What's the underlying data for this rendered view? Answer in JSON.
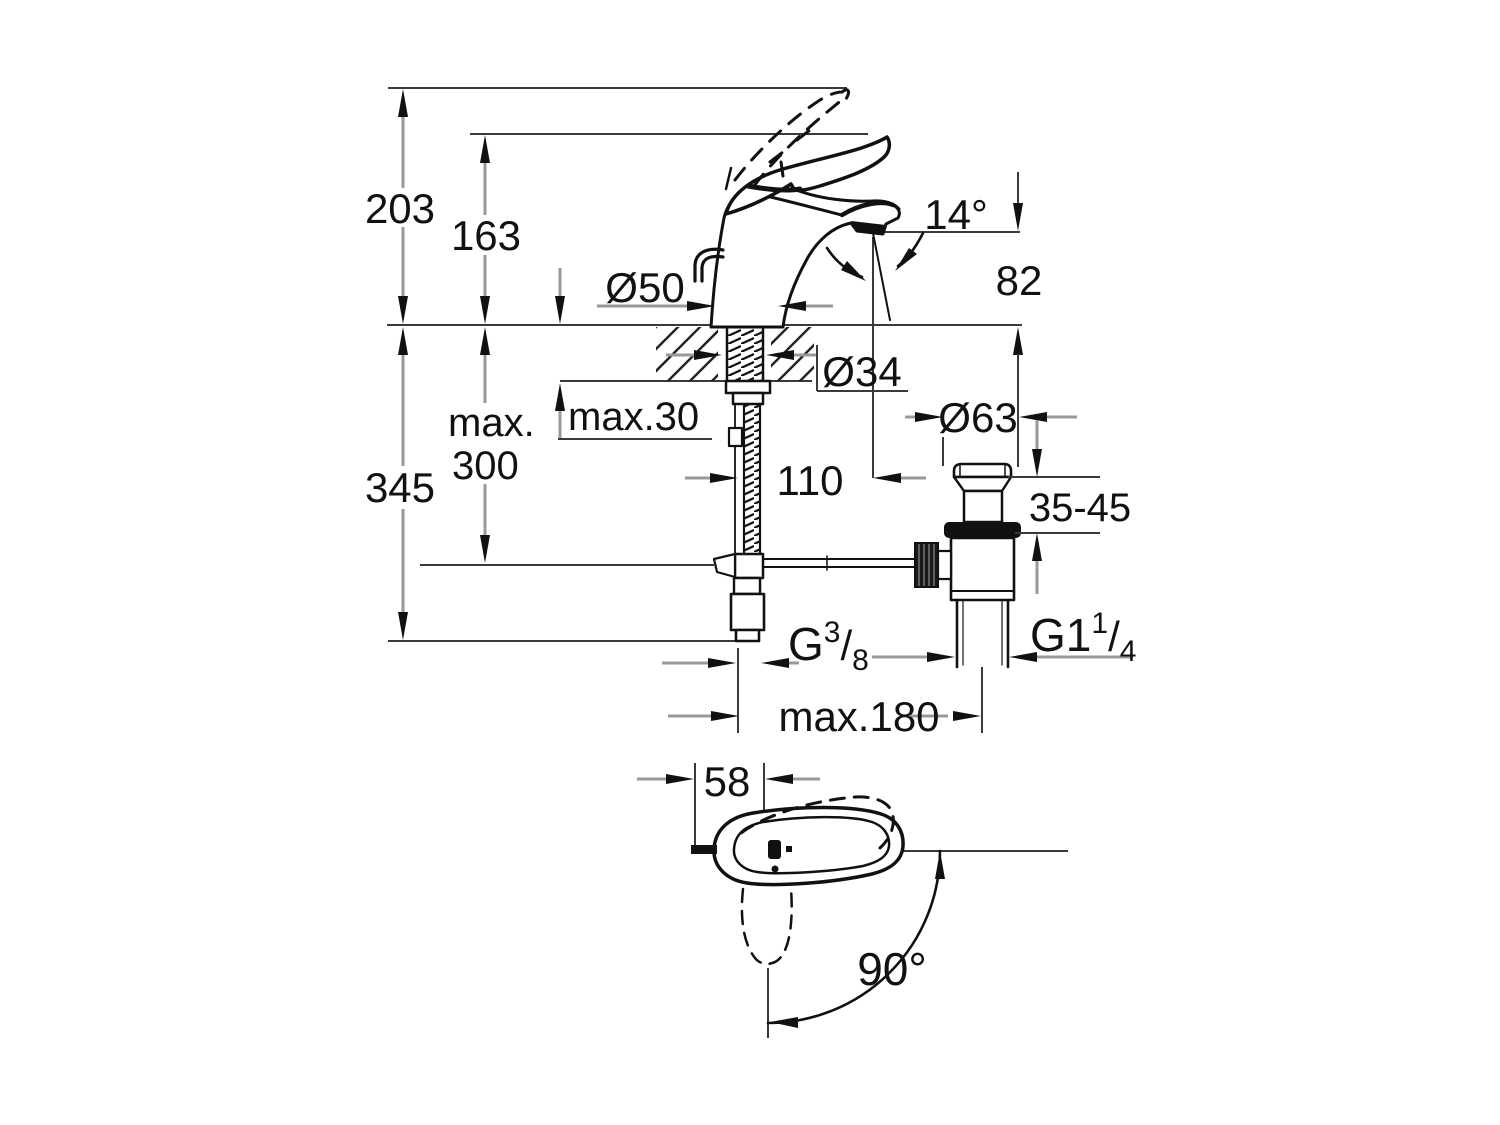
{
  "drawing": {
    "kind": "faucet installation dimension drawing",
    "views": [
      "front",
      "top"
    ],
    "colors": {
      "line": "#111111",
      "dim_shaft": "#999999",
      "background": "#ffffff"
    }
  },
  "labels": {
    "height_total": "203",
    "height_body": "163",
    "base_dia": "Ø50",
    "spout_angle": "14°",
    "spout_height": "82",
    "shank_dia": "Ø34",
    "deck_max_line1": "max.",
    "deck_max_line2": "300",
    "deck_thickness": "max.30",
    "depth_total": "345",
    "spout_reach": "110",
    "waste_dia": "Ø63",
    "waste_range": "35-45",
    "supply_g": "G",
    "supply_num": "3",
    "supply_slash": "/",
    "supply_den": "8",
    "waste_g": "G1",
    "waste_num": "1",
    "waste_slash": "/",
    "waste_den": "4",
    "rod_reach": "max.180",
    "handle_width": "58",
    "swivel_angle": "90°"
  }
}
